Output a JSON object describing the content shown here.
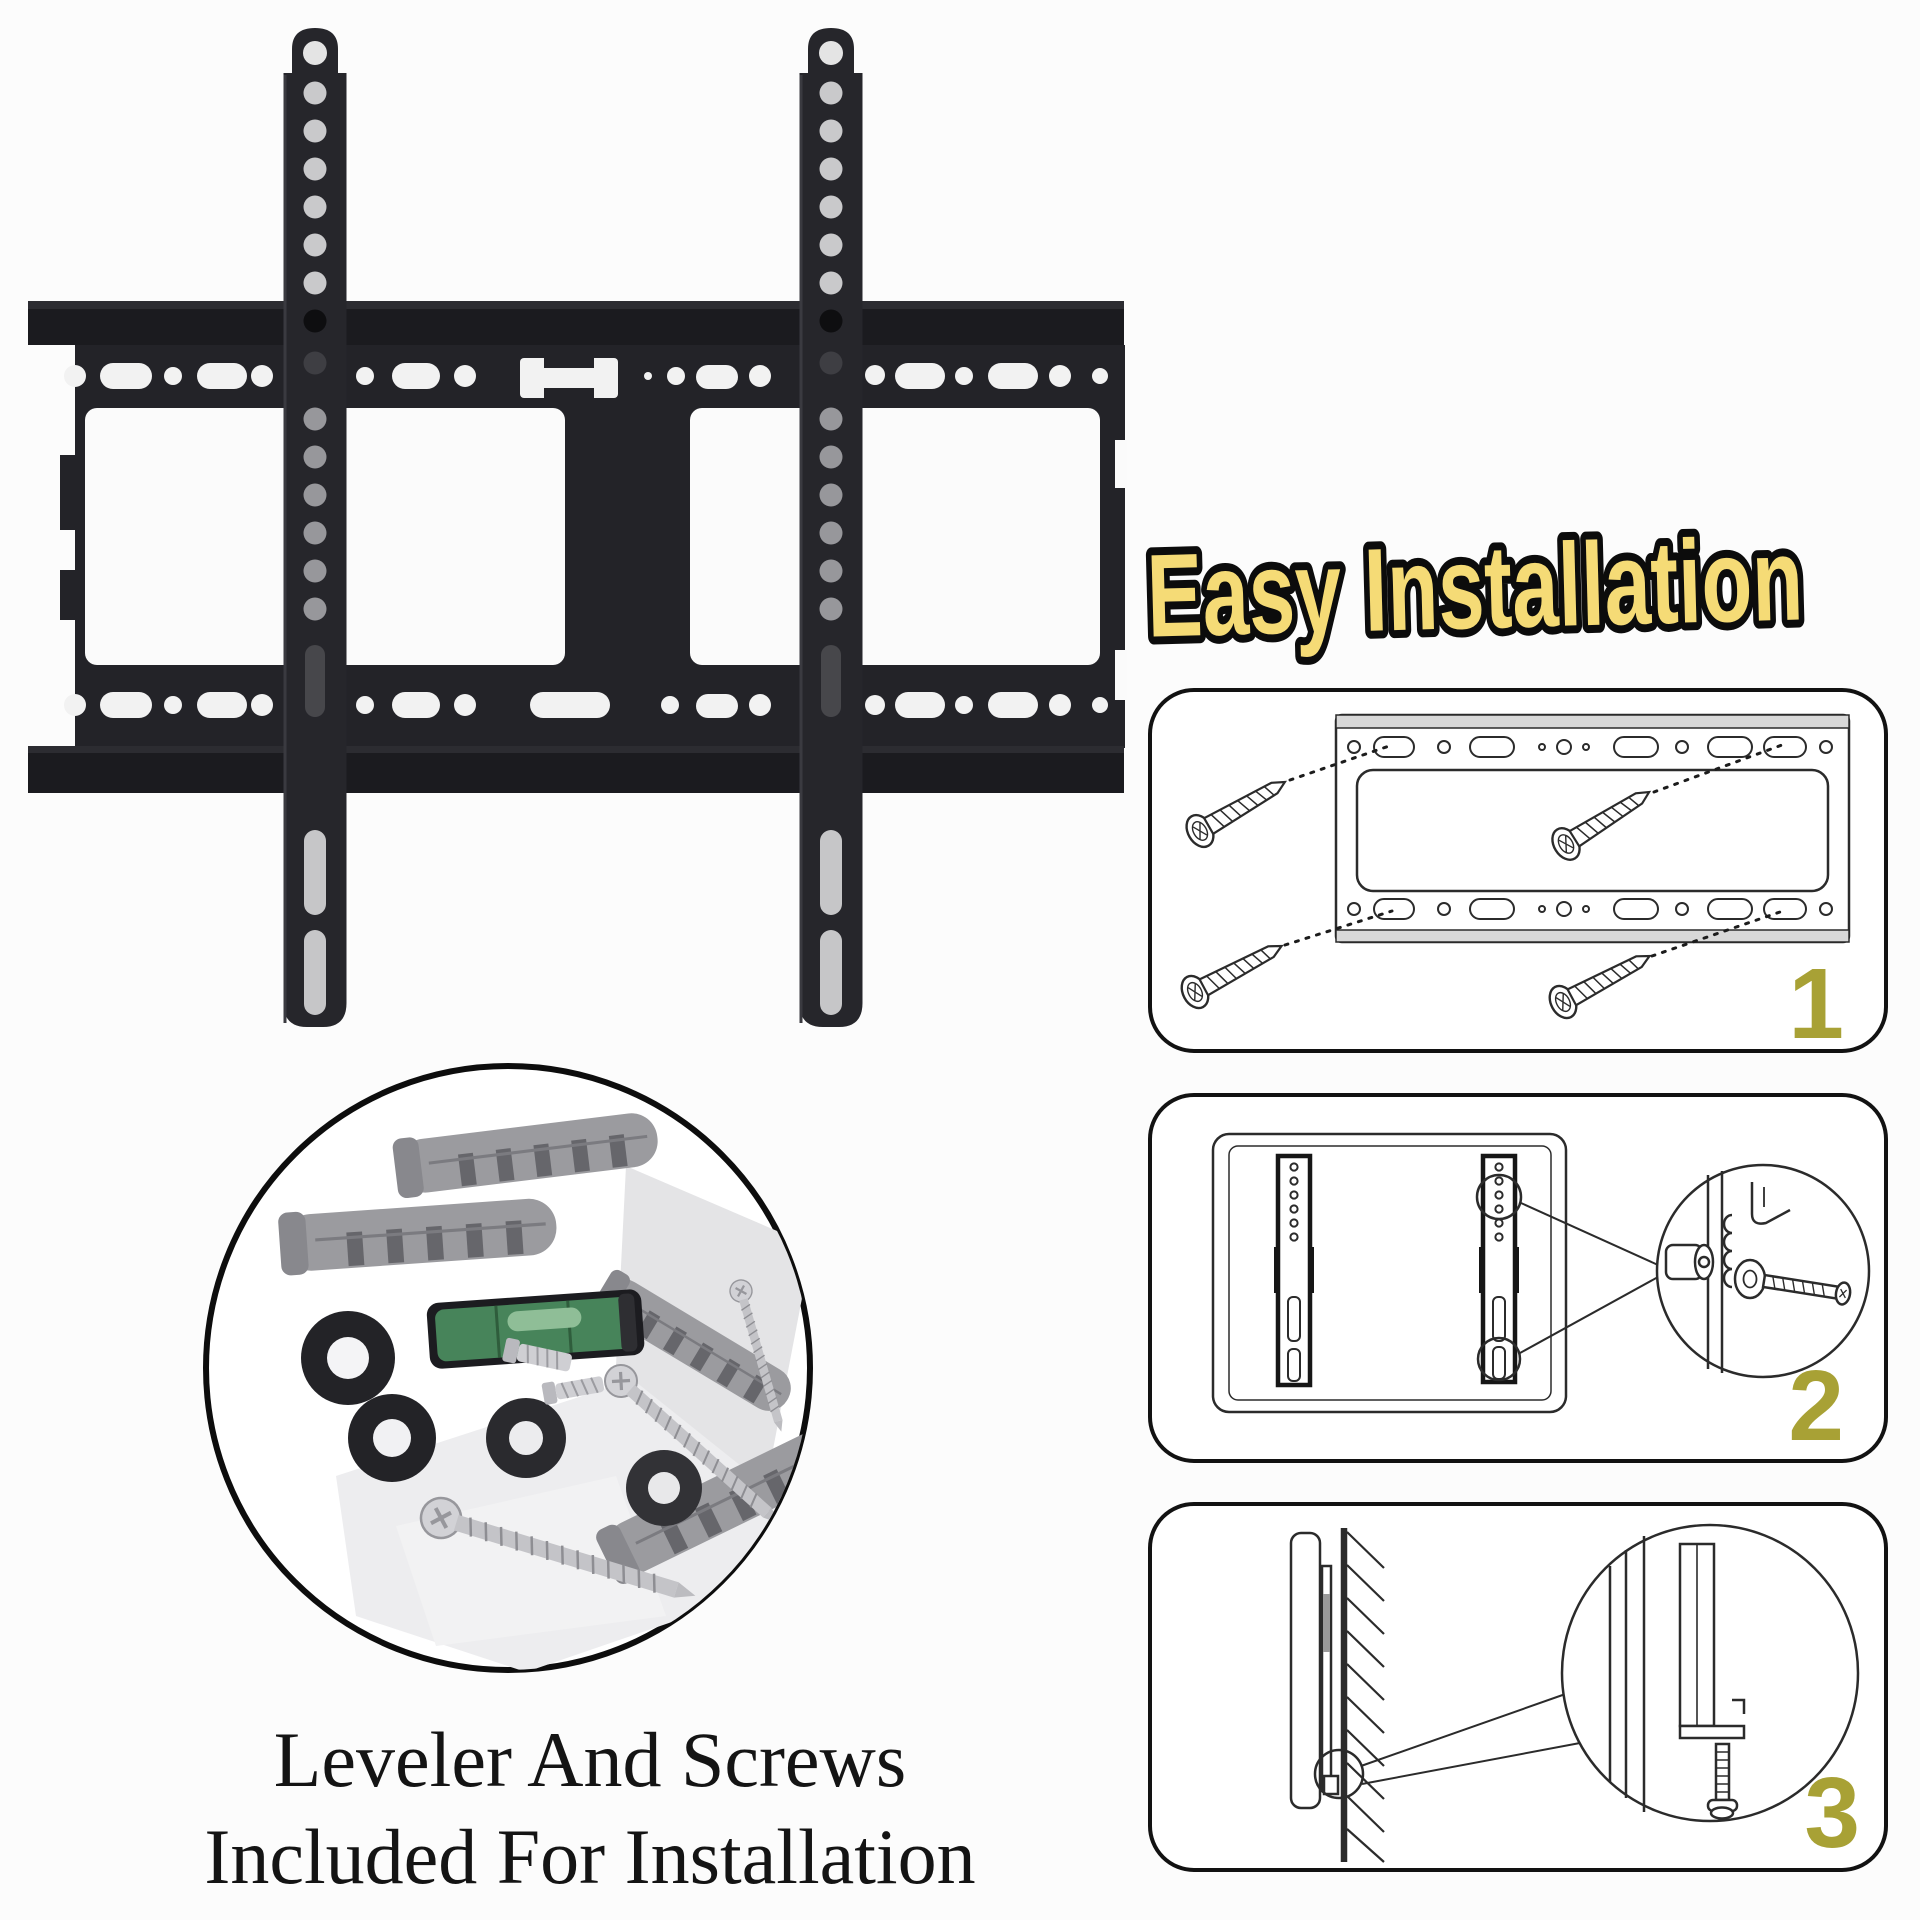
{
  "title": {
    "text": "Easy Installation"
  },
  "steps": [
    {
      "number": "1",
      "label": "screw-wall-plate-to-wall"
    },
    {
      "number": "2",
      "label": "attach-rails-to-tv-back"
    },
    {
      "number": "3",
      "label": "hang-tv-and-lock-safety-screw"
    }
  ],
  "caption": {
    "line1": "Leveler And Screws",
    "line2": "Included For Installation"
  },
  "photos": {
    "bracket": "black-fixed-tv-wall-mount-bracket-with-two-vesa-rails",
    "hardware": "kit-with-spirit-level-washers-wall-anchors-and-screws"
  },
  "colors": {
    "background": "#fcfcfc",
    "bracket_metal": "#232328",
    "bracket_bars": "#1b1b1f",
    "title_fill": "#f5db76",
    "title_outline": "#0c0c0c",
    "step_number": "#a8a135",
    "line_art": "#2b2b2b",
    "caption_text": "#141414",
    "anchor_gray": "#9b9b9f",
    "level_green": "#47845a"
  }
}
